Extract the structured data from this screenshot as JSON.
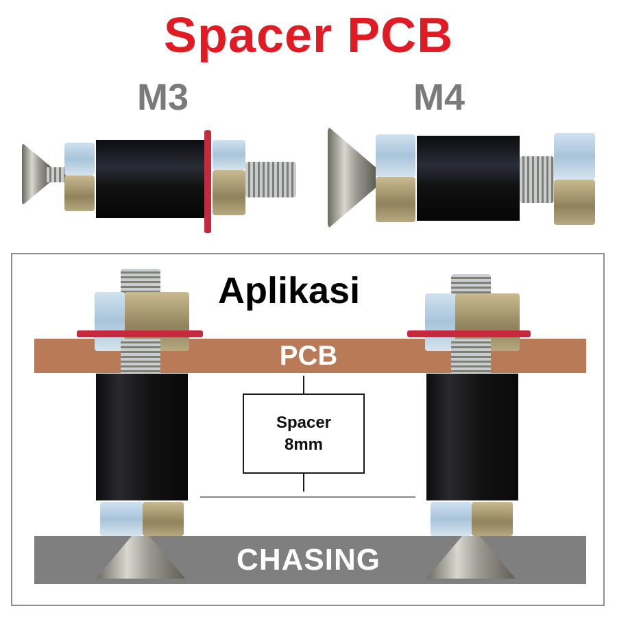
{
  "header": {
    "title": "Spacer PCB",
    "title_color": "#e01b24"
  },
  "products": [
    {
      "label": "M3",
      "label_color": "#7a7a7a",
      "washer_color": "#c8283c"
    },
    {
      "label": "M4",
      "label_color": "#7a7a7a"
    }
  ],
  "application": {
    "heading": "Aplikasi",
    "pcb_label": "PCB",
    "pcb_color": "#b97a57",
    "chasing_label": "CHASING",
    "chasing_color": "#7f7f7f",
    "spacer_box": {
      "line1": "Spacer",
      "line2": "8mm"
    }
  }
}
